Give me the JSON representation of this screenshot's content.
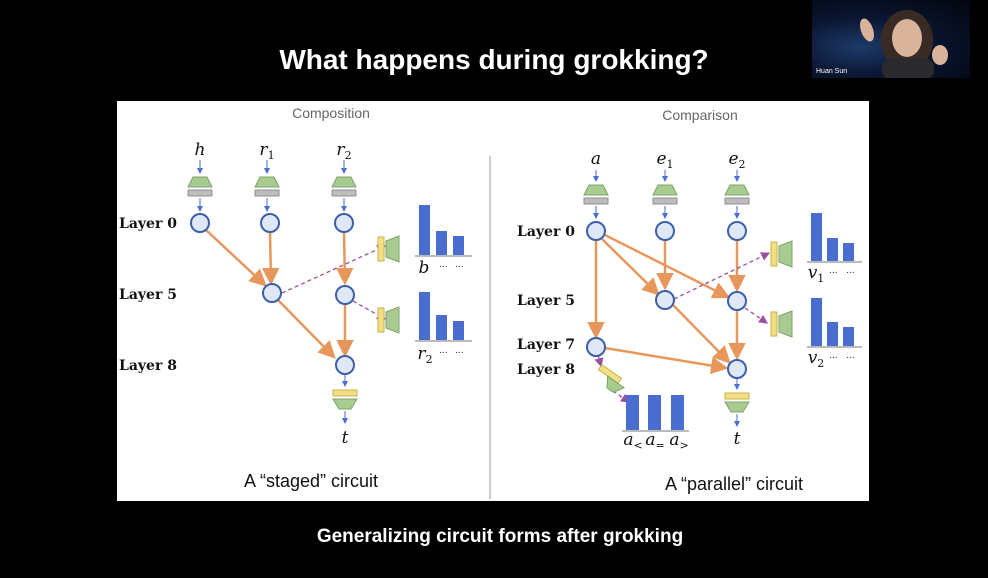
{
  "slide": {
    "title": "What happens during grokking?",
    "caption": "Generalizing circuit forms after grokking"
  },
  "webcam": {
    "name": "Huan Sun"
  },
  "left": {
    "subtitle": "Composition",
    "inputs": [
      "h",
      "r1",
      "r2"
    ],
    "layers": [
      "Layer 0",
      "Layer 5",
      "Layer 8"
    ],
    "output": "t",
    "readout_labels": [
      "b",
      "r2"
    ],
    "ellipsis": "...",
    "circuit_title": "A “staged” circuit"
  },
  "right": {
    "subtitle": "Comparison",
    "inputs": [
      "a",
      "e1",
      "e2"
    ],
    "layers": [
      "Layer 0",
      "Layer 5",
      "Layer 7",
      "Layer 8"
    ],
    "output": "t",
    "readout_labels": [
      "v1",
      "v2"
    ],
    "compare_labels": [
      "a<",
      "a=",
      "a>"
    ],
    "ellipsis": "...",
    "circuit_title": "A “parallel” circuit"
  },
  "colors": {
    "node_fill": "#dfe8f6",
    "node_stroke": "#3d5fa8",
    "arrow": "#e8975c",
    "dashed": "#9c4fa0",
    "bar": "#4a6ed0",
    "trap": "#a8cb8f",
    "embed": "#bdbdbd",
    "yellow": "#f3df83"
  }
}
